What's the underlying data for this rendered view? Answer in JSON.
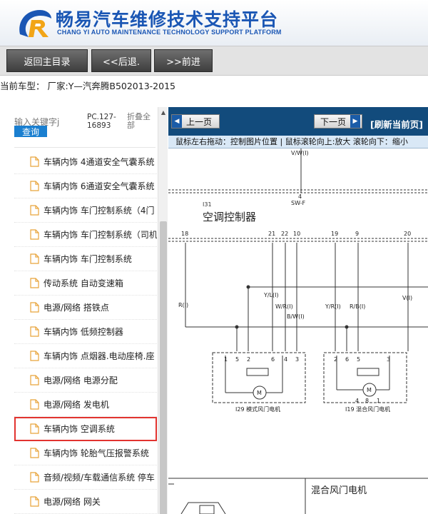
{
  "brand": {
    "title": "畅易汽车维修技术支持平台",
    "subtitle": "CHANG YI AUTO MAINTENANCE TECHNOLOGY SUPPORT PLATFORM",
    "color": "#1a56b4"
  },
  "nav": {
    "home": "返回主目录",
    "back": "<<后退.",
    "forward": ">>前进"
  },
  "vehicle": {
    "label": "当前车型：",
    "value": "厂家:Y—汽奔腾B502013-2015"
  },
  "left": {
    "search_placeholder": "输入关键字j",
    "search_button": "查询",
    "pc_label": "PC.127-16893",
    "fold_label": "折叠全部",
    "items": [
      "车辆内饰 4通道安全气囊系统",
      "车辆内饰 6通道安全气囊系统",
      "车辆内饰 车门控制系统（4门",
      "车辆内饰 车门控制系统（司机",
      "车辆内饰 车门控制系统",
      "传动系统 自动变速箱",
      "电源/网络 搭铁点",
      "车辆内饰 低频控制器",
      "车辆内饰 点烟器.电动座椅.座",
      "电源/网络 电源分配",
      "电源/网络 发电机",
      "车辆内饰 空调系统",
      "车辆内饰 轮胎气压报警系统",
      "音频/视频/车载通信系统 停车",
      "电源/网络 网关"
    ],
    "selected_index": 11,
    "selected_color": "#e2332f"
  },
  "viewer": {
    "prev": "上一页",
    "next": "下一页",
    "refresh": "[刷新当前页]",
    "hint": "鼠标左右拖动：控制图片位置 | 鼠标滚轮向上:放大   滚轮向下：缩小",
    "bar_color": "#124b7c",
    "diagram": {
      "top_wire": "V/W(I)",
      "top_pin": "4",
      "top_conn": "SW-F",
      "ctrl_code": "I31",
      "ctrl_title": "空调控制器",
      "pins": [
        "18",
        "21",
        "22",
        "10",
        "19",
        "9",
        "20"
      ],
      "wires": [
        "R(I)",
        "Y/L(I)",
        "W/R(I)",
        "B/W(I)",
        "Y/R(I)",
        "R/B(I)",
        "V(I)"
      ],
      "motor1_pins": [
        "1",
        "5",
        "2",
        "6",
        "4",
        "3"
      ],
      "motor2_pins": [
        "2",
        "6",
        "5",
        "3",
        "4",
        "8",
        "1"
      ],
      "motor1_label": "I29 模式风门电机",
      "motor2_label": "I19 混合风门电机",
      "mix_title": "混合风门电机",
      "motor_symbol": "M"
    }
  }
}
